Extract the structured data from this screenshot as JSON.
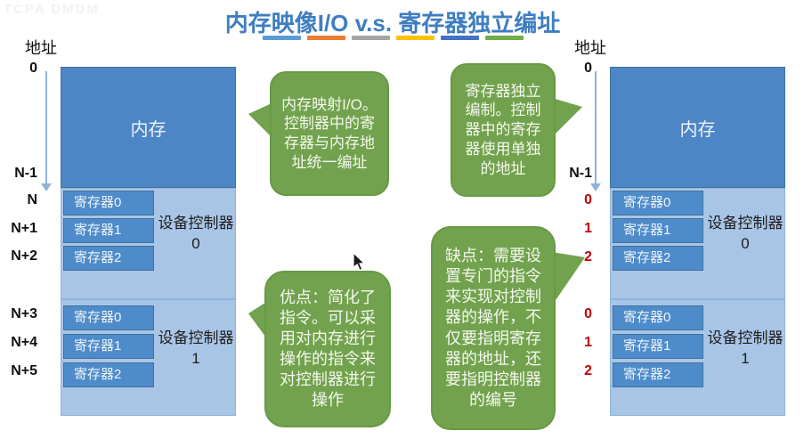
{
  "watermark": "TCPA  DMDM",
  "title": {
    "text": "内存映像I/O  v.s. 寄存器独立编址",
    "underline_colors": [
      "#5b9bd5",
      "#ed7d31",
      "#a5a5a5",
      "#ffc000",
      "#4472c4",
      "#70ad47"
    ]
  },
  "colors": {
    "memory_blue": "#4d86c6",
    "container_light_blue": "#a9c5e6",
    "bubble_green": "#72a24d",
    "title_blue": "#3e7ec0",
    "red_address": "#c00000"
  },
  "left_diagram": {
    "axis_label": "地址",
    "memory_label": "内存",
    "addresses": [
      "0",
      "N-1",
      "N",
      "N+1",
      "N+2",
      "N+3",
      "N+4",
      "N+5"
    ],
    "controllers": [
      {
        "label": "设备控制器0",
        "registers": [
          "寄存器0",
          "寄存器1",
          "寄存器2"
        ]
      },
      {
        "label": "设备控制器1",
        "registers": [
          "寄存器0",
          "寄存器1",
          "寄存器2"
        ]
      }
    ]
  },
  "right_diagram": {
    "axis_label": "地址",
    "memory_label": "内存",
    "black_addresses": [
      "0",
      "N-1"
    ],
    "red_addresses": [
      "0",
      "1",
      "2",
      "0",
      "1",
      "2"
    ],
    "controllers": [
      {
        "label": "设备控制器0",
        "registers": [
          "寄存器0",
          "寄存器1",
          "寄存器2"
        ]
      },
      {
        "label": "设备控制器1",
        "registers": [
          "寄存器0",
          "寄存器1",
          "寄存器2"
        ]
      }
    ]
  },
  "bubbles": [
    {
      "id": "memory-mapped-io",
      "text": "内存映射I/O。控制器中的寄存器与内存地址统一编址"
    },
    {
      "id": "register-independent",
      "text": "寄存器独立编制。控制器中的寄存器使用单独的地址"
    },
    {
      "id": "advantage",
      "text": "优点：简化了指令。可以采用对内存进行操作的指令来对控制器进行操作"
    },
    {
      "id": "disadvantage",
      "text": "缺点：需要设置专门的指令来实现对控制器的操作，不仅要指明寄存器的地址，还要指明控制器的编号"
    }
  ]
}
